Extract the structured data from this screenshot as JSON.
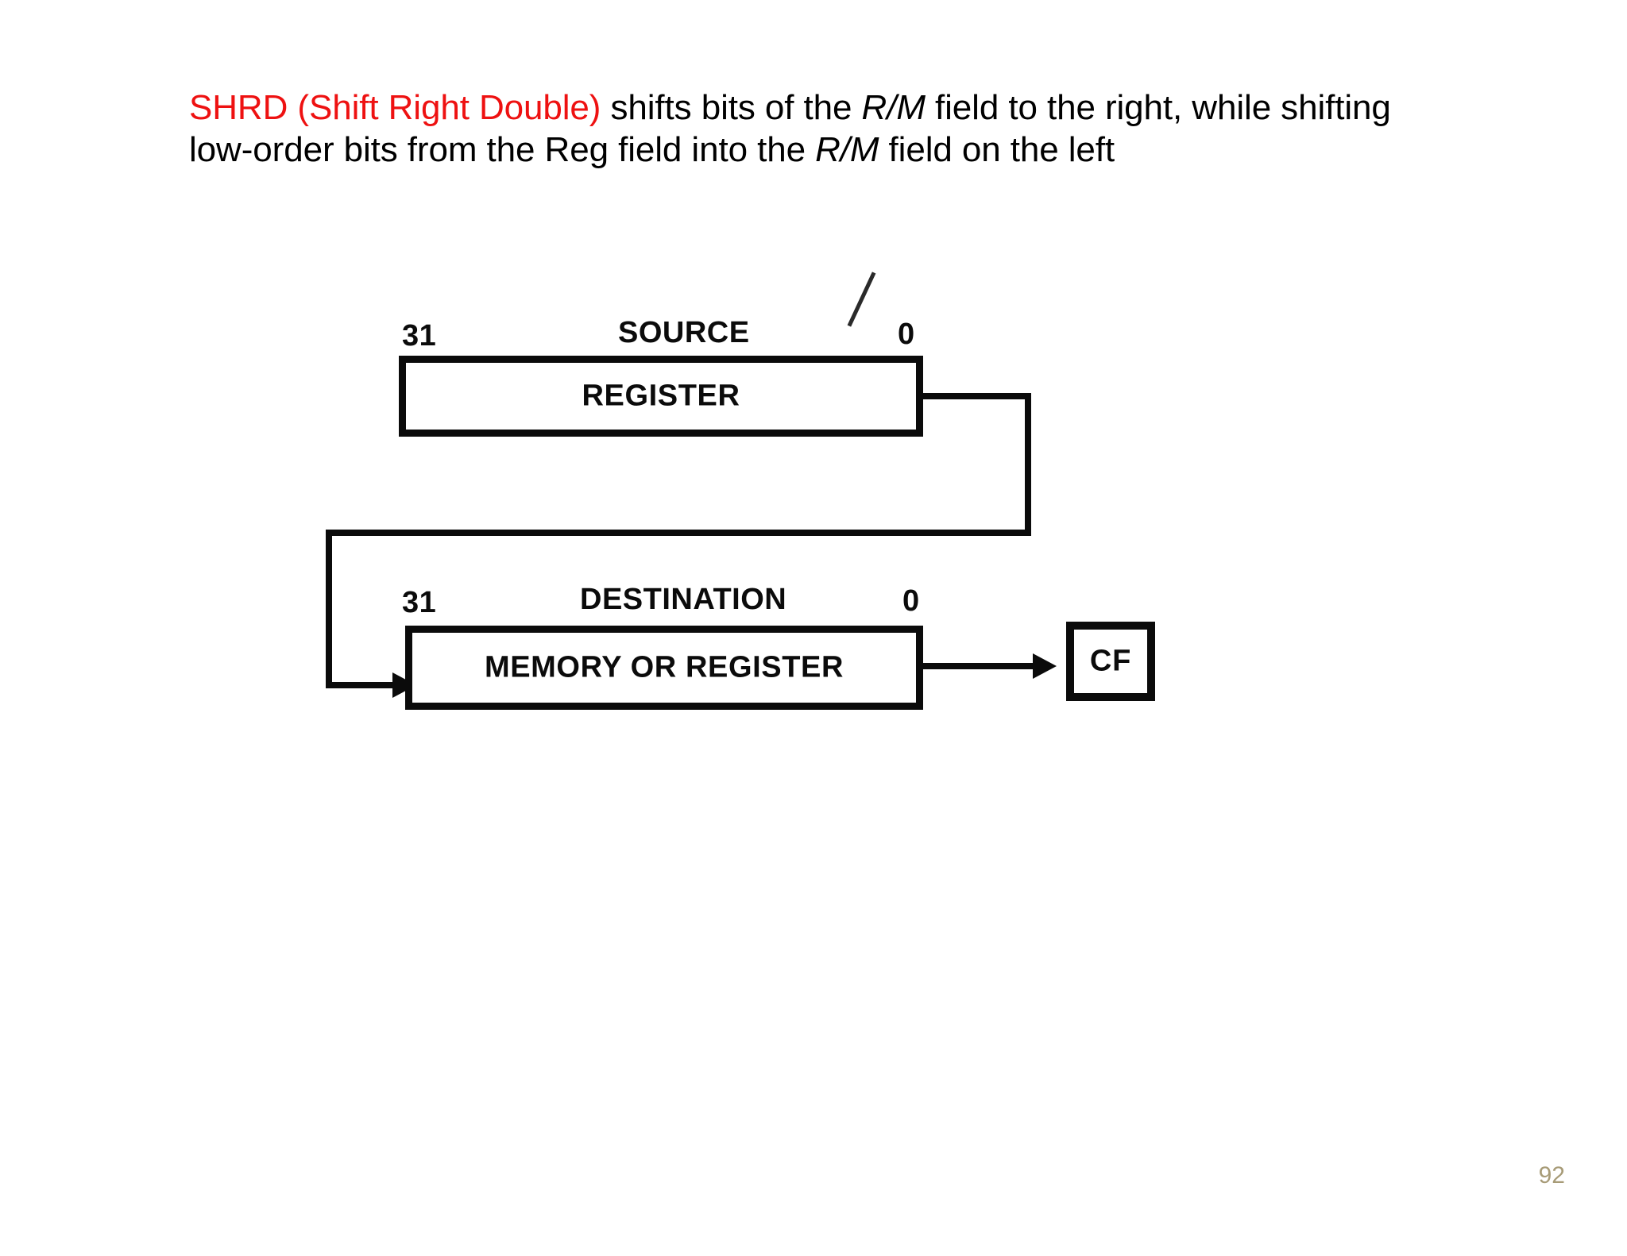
{
  "slide": {
    "body": {
      "highlight": "SHRD (Shift Right Double)",
      "segment_1": " shifts bits of the ",
      "emphasis_1": "R/M",
      "segment_2": " field to the right,  while shifting low-order bits from the Reg field into the ",
      "emphasis_2": "R/M",
      "segment_3": " field on the left"
    },
    "page_number": "92",
    "colors": {
      "highlight": "#ee1111",
      "text": "#000000",
      "page_number": "#a79b77",
      "diagram_ink": "#0b0b0b",
      "background": "#ffffff"
    }
  },
  "figure": {
    "source": {
      "title": "SOURCE",
      "msb_label": "31",
      "lsb_label": "0",
      "box_label": "REGISTER"
    },
    "destination": {
      "title": "DESTINATION",
      "msb_label": "31",
      "lsb_label": "0",
      "box_label": "MEMORY OR REGISTER"
    },
    "carry_flag": {
      "label": "CF"
    },
    "annotations": {
      "pen_stroke": "diagonal-pen-mark"
    }
  }
}
